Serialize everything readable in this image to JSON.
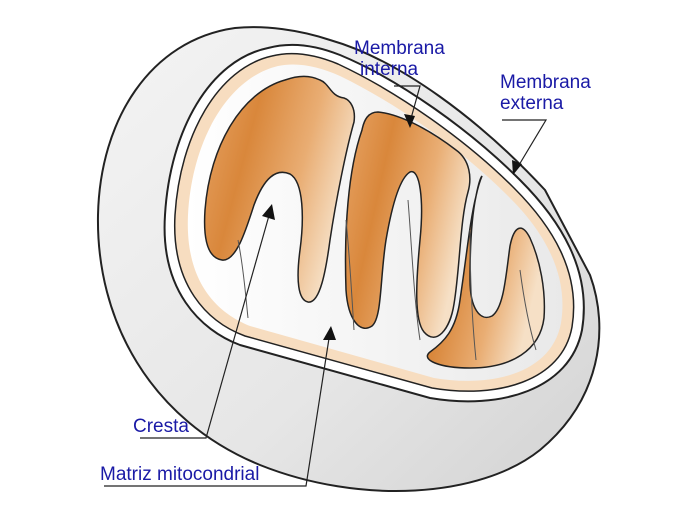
{
  "labels": {
    "membrana_interna_1": "Membrana",
    "membrana_interna_2": "interna",
    "membrana_externa_1": "Membrana",
    "membrana_externa_2": "externa",
    "cresta": "Cresta",
    "matriz": "Matriz mitocondrial"
  },
  "colors": {
    "label_text": "#1a1aa6",
    "outer_membrane": "#ececec",
    "intermembrane": "#f7ddc0",
    "matrix_dark": "#d98a3e",
    "matrix_light": "#f5dcc0",
    "outline": "#222222"
  }
}
